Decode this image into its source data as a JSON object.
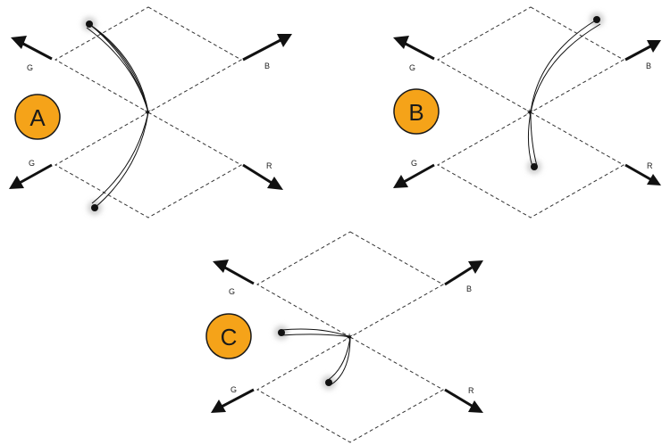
{
  "colors": {
    "badge_fill": "#F5A319",
    "badge_stroke": "#1a1a1a",
    "dash": "#333333",
    "arrow": "#111111",
    "curve_fill": "#ffffff",
    "curve_stroke": "#111111",
    "glow": "#cfcfcf"
  },
  "panels": [
    {
      "label": "A",
      "axes": {
        "top_left": "G",
        "top_right": "B",
        "bottom_left": "G",
        "bottom_right": "R"
      }
    },
    {
      "label": "B",
      "axes": {
        "top_left": "G",
        "top_right": "B",
        "bottom_left": "G",
        "bottom_right": "R"
      }
    },
    {
      "label": "C",
      "axes": {
        "top_left": "G",
        "top_right": "B",
        "bottom_left": "G",
        "bottom_right": "R"
      }
    }
  ]
}
